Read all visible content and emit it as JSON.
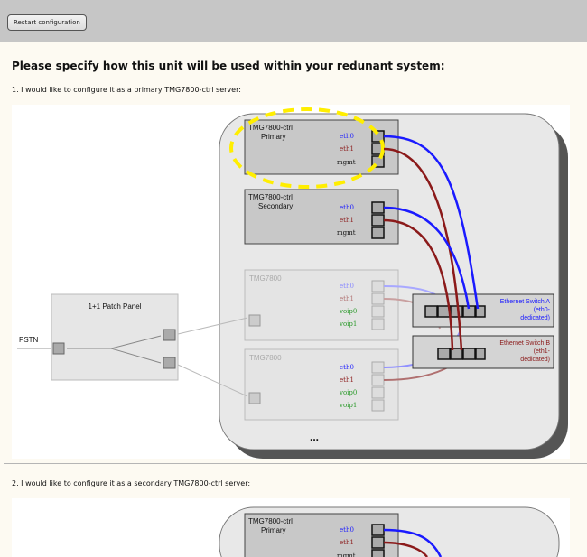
{
  "toolbar": {
    "restart_label": "Restart configuration"
  },
  "page": {
    "heading": "Please specify how this unit will be used within your redunant system:"
  },
  "options": [
    {
      "label": "1. I would like to configure it as a primary TMG7800-ctrl server:"
    },
    {
      "label": "2. I would like to configure it as a secondary TMG7800-ctrl server:"
    }
  ],
  "diagram": {
    "primary_title": "TMG7800-ctrl",
    "primary_role": "Primary",
    "secondary_title": "TMG7800-ctrl",
    "secondary_role": "Secondary",
    "node_title": "TMG7800",
    "ports_ctrl": [
      "eth0",
      "eth1",
      "mgmt"
    ],
    "ports_node": [
      "eth0",
      "eth1",
      "voip0",
      "voip1"
    ],
    "switch_a": [
      "Ethernet Switch A",
      "(eth0-",
      "dedicated)"
    ],
    "switch_b": [
      "Ethernet Switch B",
      "(eth1-",
      "dedicated)"
    ],
    "patch_panel": "1+1 Patch Panel",
    "pstn": "PSTN",
    "ellipsis": "...",
    "colors": {
      "eth0": "#1a1aff",
      "eth1": "#8b1a1a",
      "voip": "#2a9a2a",
      "highlight": "#ffee00"
    }
  }
}
